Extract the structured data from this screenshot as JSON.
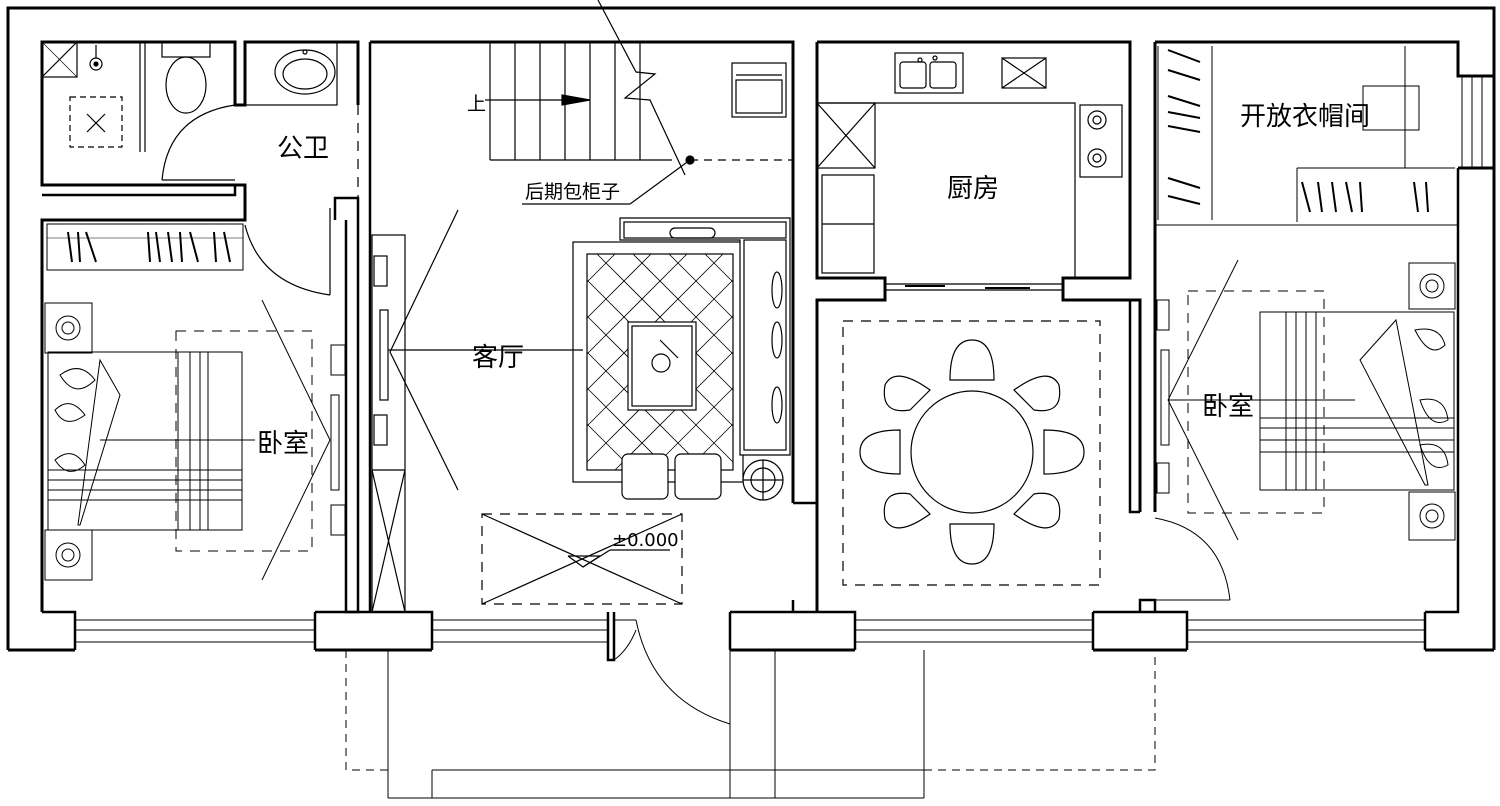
{
  "rooms": {
    "public_bath": "公卫",
    "living_room": "客厅",
    "kitchen": "厨房",
    "wardrobe": "开放衣帽间",
    "bedroom_left": "卧室",
    "bedroom_right": "卧室"
  },
  "annotations": {
    "stair_up": "上",
    "cabinet_note": "后期包柜子",
    "level_mark": "±0.000"
  },
  "colors": {
    "line": "#000000",
    "background": "#ffffff"
  }
}
